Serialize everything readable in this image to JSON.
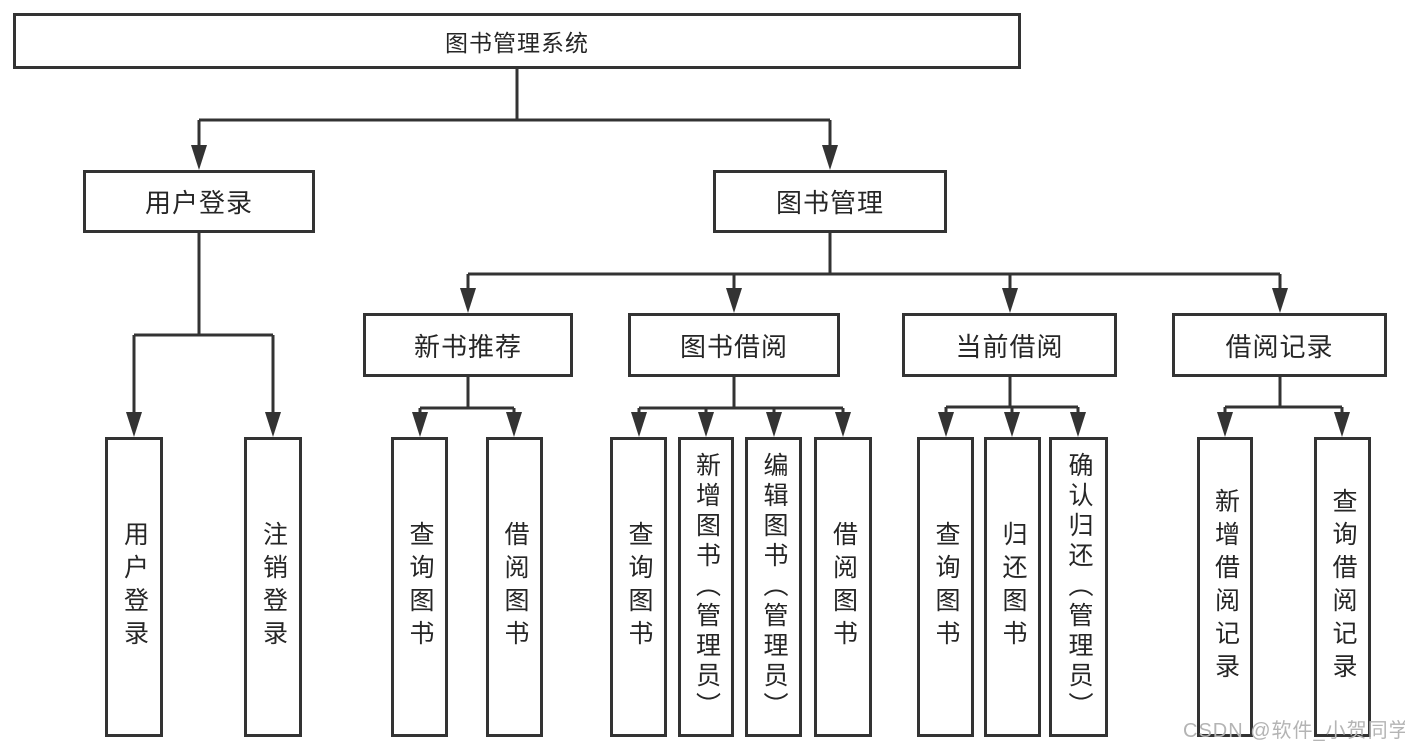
{
  "diagram_type": "hierarchy-tree",
  "colors": {
    "line": "#333333",
    "ink": "#262626",
    "background": "#ffffff",
    "watermark": "#b4b4b4"
  },
  "watermark": {
    "text": "CSDN @软件_小贺同学"
  },
  "hierarchy": [
    {
      "label": "图书管理系统",
      "children": [
        {
          "label": "用户登录",
          "children": [
            {
              "label": "用户登录"
            },
            {
              "label": "注销登录"
            }
          ]
        },
        {
          "label": "图书管理",
          "children": [
            {
              "label": "新书推荐",
              "children": [
                {
                  "label": "查询图书"
                },
                {
                  "label": "借阅图书"
                }
              ]
            },
            {
              "label": "图书借阅",
              "children": [
                {
                  "label": "查询图书"
                },
                {
                  "label": "新增图书（管理员）"
                },
                {
                  "label": "编辑图书（管理员）"
                },
                {
                  "label": "借阅图书"
                }
              ]
            },
            {
              "label": "当前借阅",
              "children": [
                {
                  "label": "查询图书"
                },
                {
                  "label": "归还图书"
                },
                {
                  "label": "确认归还（管理员）"
                }
              ]
            },
            {
              "label": "借阅记录",
              "children": [
                {
                  "label": "新增借阅记录"
                },
                {
                  "label": "查询借阅记录"
                }
              ]
            }
          ]
        }
      ]
    }
  ]
}
